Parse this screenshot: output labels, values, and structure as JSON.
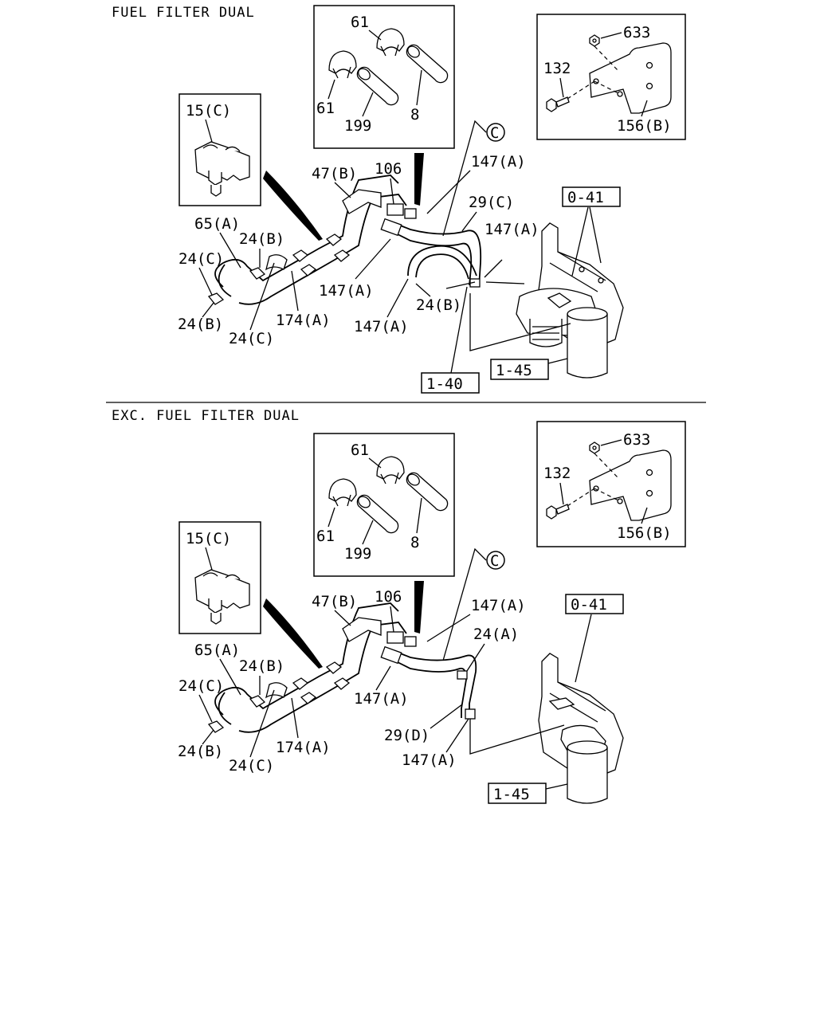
{
  "top": {
    "title": "FUEL FILTER DUAL",
    "labels": {
      "p61a": "61",
      "p61b": "61",
      "p8": "8",
      "p199": "199",
      "p633": "633",
      "p132": "132",
      "p156b": "156(B)",
      "p15c": "15(C)",
      "p47b": "47(B)",
      "p106": "106",
      "p147a1": "147(A)",
      "pcircle": "C",
      "p29c": "29(C)",
      "p147a2": "147(A)",
      "p65a": "65(A)",
      "p24b1": "24(B)",
      "p24c1": "24(C)",
      "p147a3": "147(A)",
      "p24b2": "24(B)",
      "p174a": "174(A)",
      "p147a4": "147(A)",
      "p24b3": "24(B)",
      "p24c2": "24(C)"
    },
    "refs": {
      "r041": "0-41",
      "r140": "1-40",
      "r145": "1-45"
    }
  },
  "bottom": {
    "title": "EXC. FUEL FILTER DUAL",
    "labels": {
      "p61a": "61",
      "p61b": "61",
      "p8": "8",
      "p199": "199",
      "p633": "633",
      "p132": "132",
      "p156b": "156(B)",
      "p15c": "15(C)",
      "p47b": "47(B)",
      "p106": "106",
      "p147a1": "147(A)",
      "pcircle": "C",
      "p24a": "24(A)",
      "p65a": "65(A)",
      "p24b1": "24(B)",
      "p24c1": "24(C)",
      "p147a2": "147(A)",
      "p174a": "174(A)",
      "p29d": "29(D)",
      "p147a3": "147(A)",
      "p24b2": "24(B)",
      "p24c2": "24(C)"
    },
    "refs": {
      "r041": "0-41",
      "r145": "1-45"
    }
  }
}
